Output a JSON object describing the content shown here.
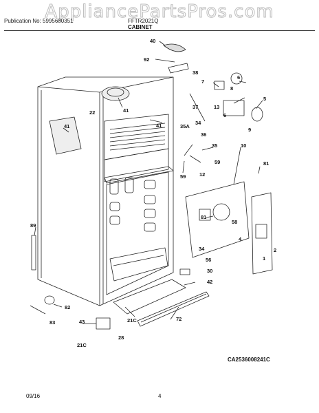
{
  "watermark": "AppliancePartsPros.com",
  "header": {
    "publication": "Publication No: 5995680351",
    "model": "FFTR2021Q",
    "section": "CABINET"
  },
  "callouts": {
    "p40": "40",
    "p92": "92",
    "p38": "38",
    "p41a": "41",
    "p7": "7",
    "p6a": "6",
    "p8": "8",
    "p13": "13",
    "p6b": "6",
    "p5": "5",
    "p9": "9",
    "p22": "22",
    "p41b": "41",
    "p41c": "41",
    "p37": "37",
    "p35A": "35A",
    "p34a": "34",
    "p36": "36",
    "p35": "35",
    "p10": "10",
    "p59a": "59",
    "p59b": "59",
    "p81a": "81",
    "p12": "12",
    "p81b": "81",
    "p58": "58",
    "p4": "4",
    "p1": "1",
    "p2": "2",
    "p89": "89",
    "p34b": "34",
    "p56": "56",
    "p30": "30",
    "p42": "42",
    "p82": "82",
    "p83": "83",
    "p43": "43",
    "p21Ca": "21C",
    "p72": "72",
    "p28": "28",
    "p21Cb": "21C"
  },
  "reference": "CA2536008241C",
  "footer": {
    "date": "09/16",
    "page": "4"
  }
}
